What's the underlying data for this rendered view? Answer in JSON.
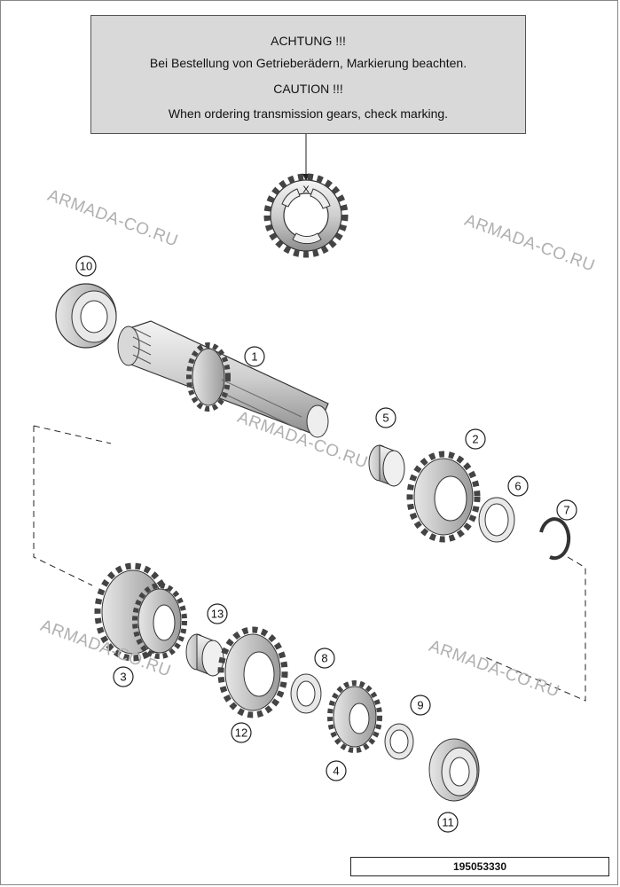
{
  "notice": {
    "line1": "ACHTUNG !!!",
    "line2": "Bei Bestellung von Getrieberädern, Markierung beachten.",
    "line3": "CAUTION !!!",
    "line4": "When ordering transmission gears, check marking."
  },
  "marking": "X",
  "watermark": "ARMADA-CO.RU",
  "callouts": [
    "1",
    "2",
    "3",
    "4",
    "5",
    "6",
    "7",
    "8",
    "9",
    "10",
    "11",
    "12",
    "13"
  ],
  "part_number": "195053330"
}
